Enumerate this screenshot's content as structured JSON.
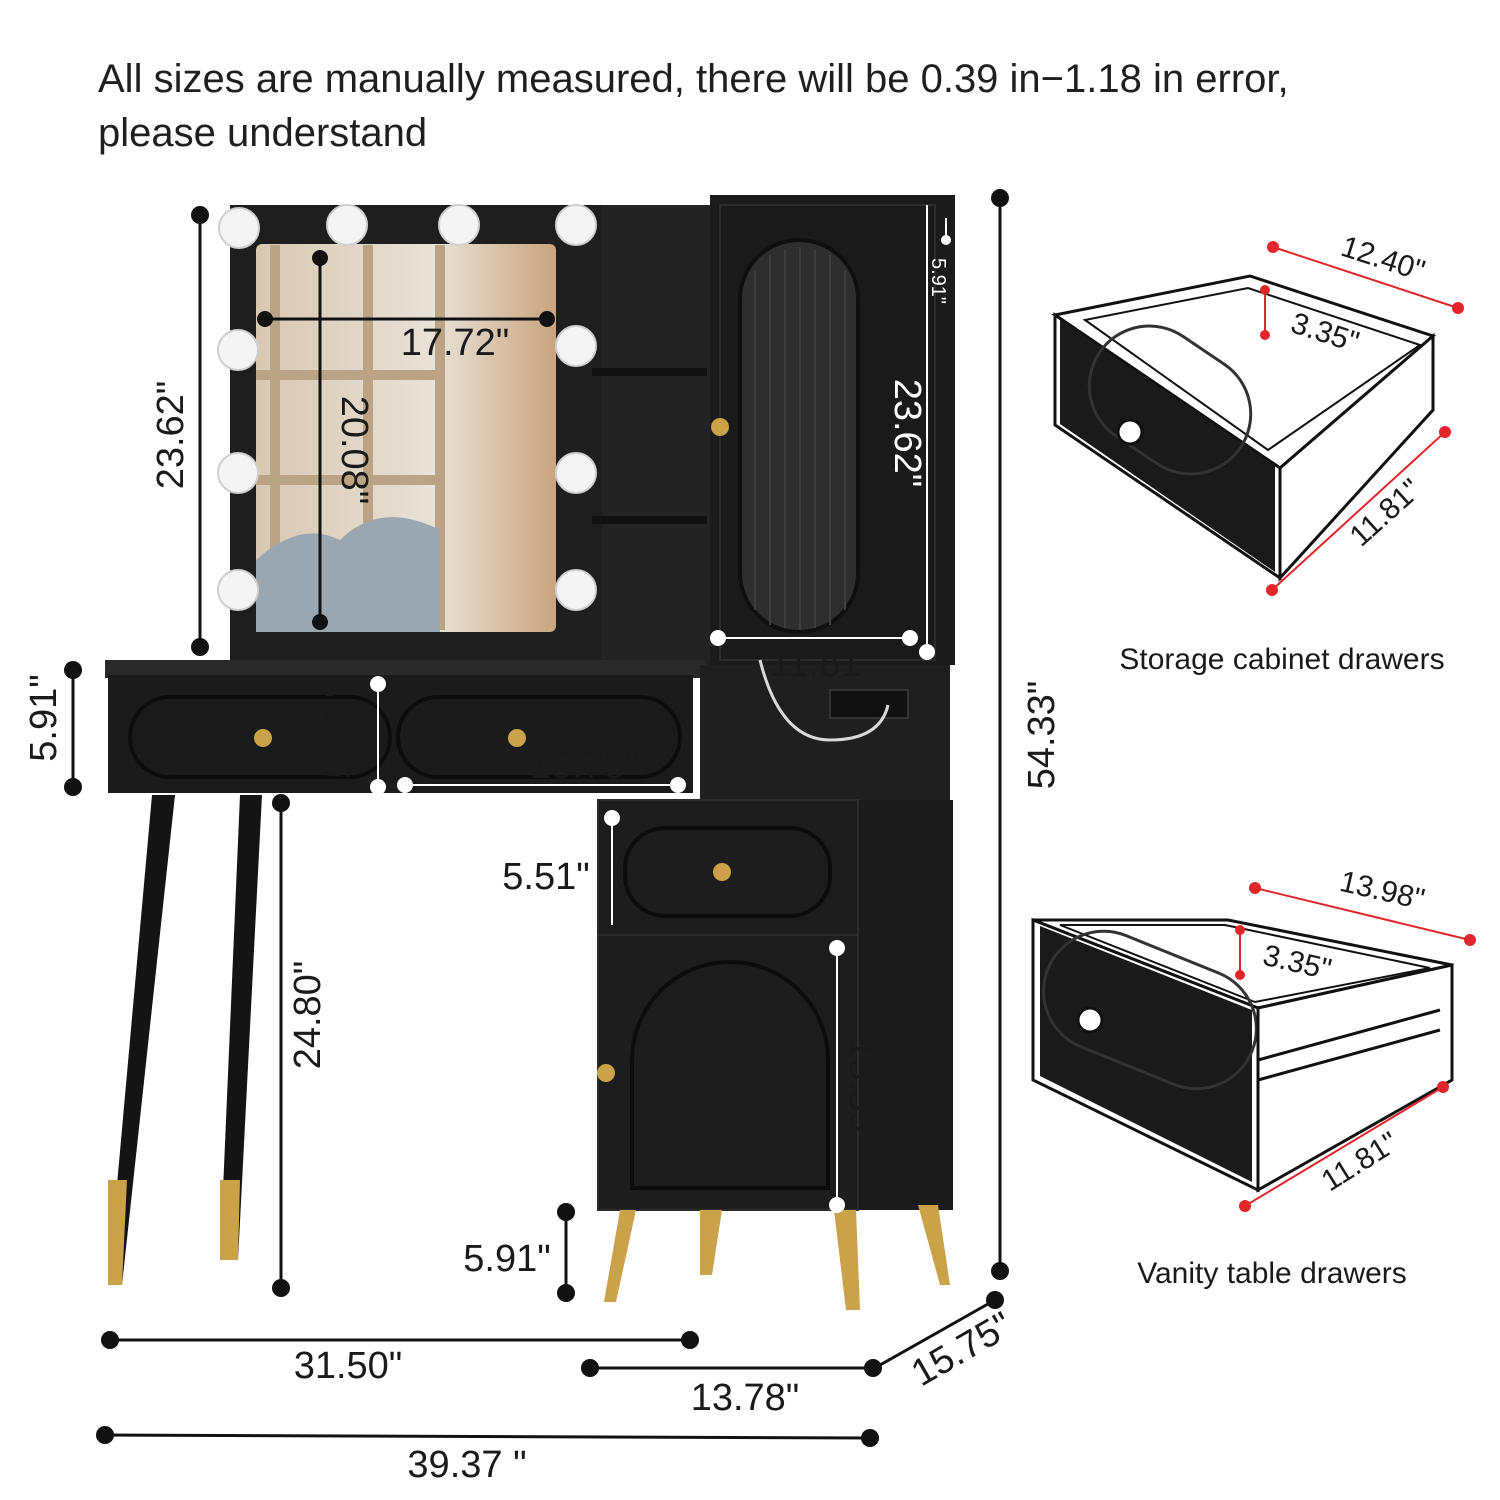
{
  "note": {
    "line1": "All sizes are manually measured, there will be 0.39 in−1.18 in error,",
    "line2": "please understand"
  },
  "dimensions": {
    "mirror_frame_height": "23.62\"",
    "mirror_width": "17.72\"",
    "mirror_height": "20.08\"",
    "cabinet_top_gap": "5.91\"",
    "glass_door_height": "23.62\"",
    "cabinet_width": "11.81\"",
    "total_height": "54.33\"",
    "drawer_section_height": "5.91\"",
    "drawer_front_height": "5.12\"",
    "drawer_width": "15.75\"",
    "small_drawer_height": "5.51\"",
    "leg_height": "24.80\"",
    "door_height": "13.39\"",
    "cabinet_leg_height": "5.91\"",
    "desk_width": "31.50\"",
    "cabinet_base_width": "13.78\"",
    "depth": "15.75\"",
    "total_width": "39.37 \""
  },
  "storage_drawer": {
    "width": "12.40\"",
    "height": "3.35\"",
    "depth": "11.81\"",
    "caption": "Storage cabinet drawers"
  },
  "vanity_drawer": {
    "width": "13.98\"",
    "height": "3.35\"",
    "depth": "11.81\"",
    "caption": "Vanity table drawers"
  },
  "colors": {
    "furniture": "#1b1b1b",
    "gold": "#c9a24a",
    "bulb": "#f4f4f4",
    "red_marker": "#e0262b"
  }
}
